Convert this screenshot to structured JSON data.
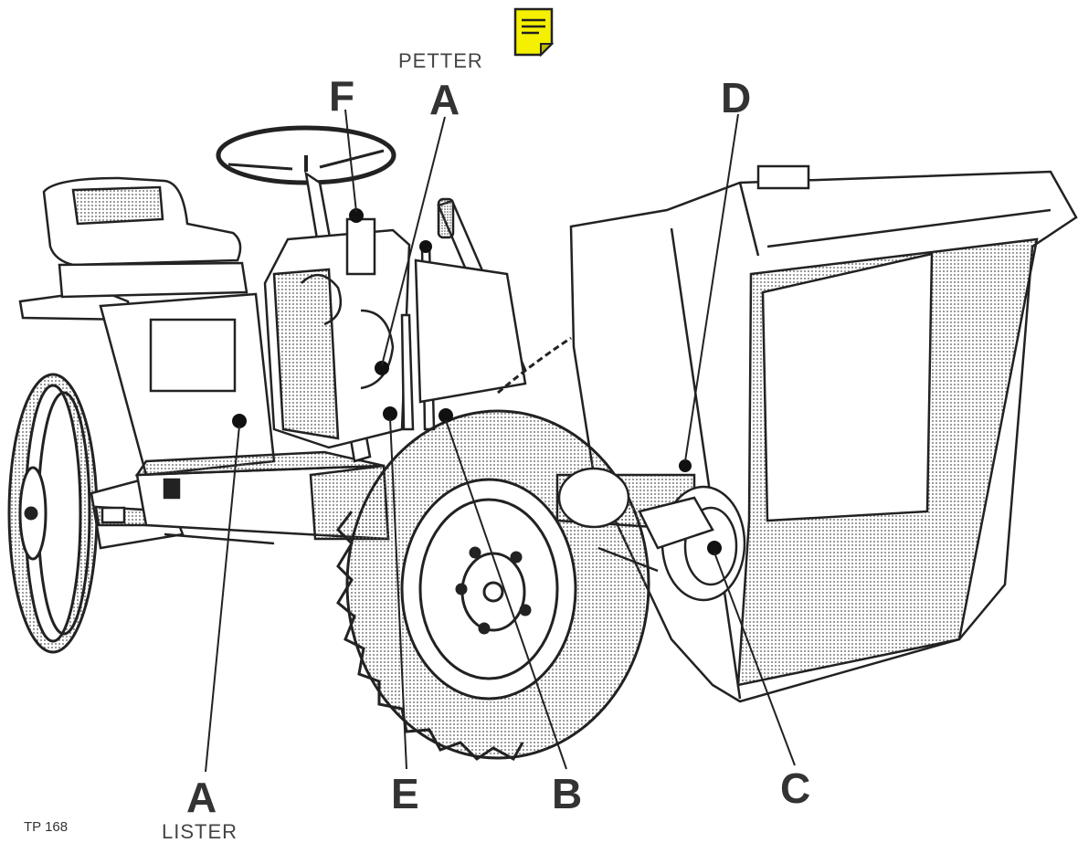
{
  "labels": {
    "petter": "PETTER",
    "lister": "LISTER",
    "a_top": "A",
    "a_bottom": "A",
    "b": "B",
    "c": "C",
    "d": "D",
    "e": "E",
    "f": "F"
  },
  "figure_ref": "TP 168",
  "icons": {
    "note": "sticky-note-icon"
  },
  "colors": {
    "note_fill": "#f4f000",
    "ink": "#2a2a2a",
    "tyre_shade": "#9a9a9a"
  }
}
